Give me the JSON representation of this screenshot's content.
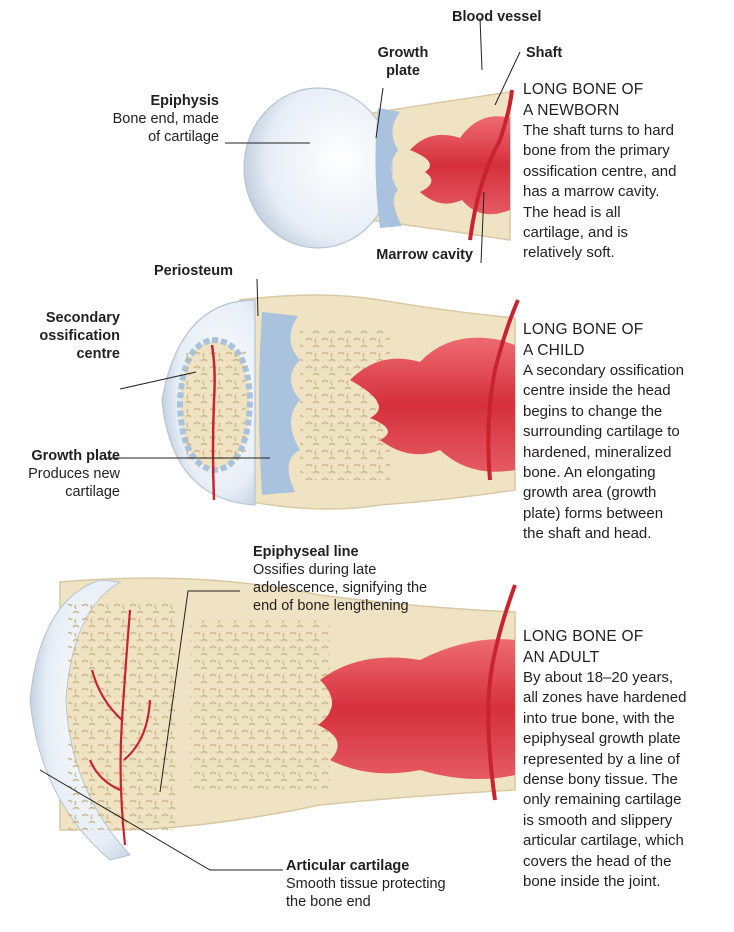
{
  "newborn": {
    "epiphysis_title": "Epiphysis",
    "epiphysis_desc_1": "Bone end, made",
    "epiphysis_desc_2": "of cartilage",
    "growth_plate_1": "Growth",
    "growth_plate_2": "plate",
    "blood_vessel": "Blood vessel",
    "shaft": "Shaft",
    "marrow_cavity": "Marrow cavity",
    "heading_1": "LONG BONE OF",
    "heading_2": "A NEWBORN",
    "text_lines": [
      "The shaft turns to hard",
      "bone from the primary",
      "ossification centre, and",
      "has a marrow cavity.",
      "The head is all",
      "cartilage, and is",
      "relatively soft."
    ]
  },
  "child": {
    "periosteum": "Periosteum",
    "secondary_1": "Secondary",
    "secondary_2": "ossification",
    "secondary_3": "centre",
    "growth_plate_title": "Growth plate",
    "growth_plate_desc_1": "Produces new",
    "growth_plate_desc_2": "cartilage",
    "epiphyseal_title": "Epiphyseal line",
    "epiphyseal_desc_1": "Ossifies during late",
    "epiphyseal_desc_2": "adolescence, signifying the",
    "epiphyseal_desc_3": "end of bone lengthening",
    "heading_1": "LONG BONE OF",
    "heading_2": "A CHILD",
    "text_lines": [
      "A secondary ossification",
      "centre inside the head",
      "begins to change the",
      "surrounding cartilage to",
      "hardened, mineralized",
      "bone. An elongating",
      "growth area (growth",
      "plate) forms between",
      "the shaft and head."
    ]
  },
  "adult": {
    "articular_title": "Articular cartilage",
    "articular_desc_1": "Smooth tissue protecting",
    "articular_desc_2": "the bone end",
    "heading_1": "LONG BONE OF",
    "heading_2": "AN ADULT",
    "text_lines": [
      "By about 18–20 years,",
      "all zones have hardened",
      "into true bone, with the",
      "epiphyseal growth plate",
      "represented by a line of",
      "dense bony tissue. The",
      "only remaining cartilage",
      "is smooth and slippery",
      "articular cartilage, which",
      "covers the head of the",
      "bone inside the joint."
    ]
  },
  "colors": {
    "bone": "#efe3c3",
    "cartilage": "#dfe8f2",
    "growth_plate": "#a9c2de",
    "marrow": "#d8323e",
    "vessel": "#c8242f"
  }
}
